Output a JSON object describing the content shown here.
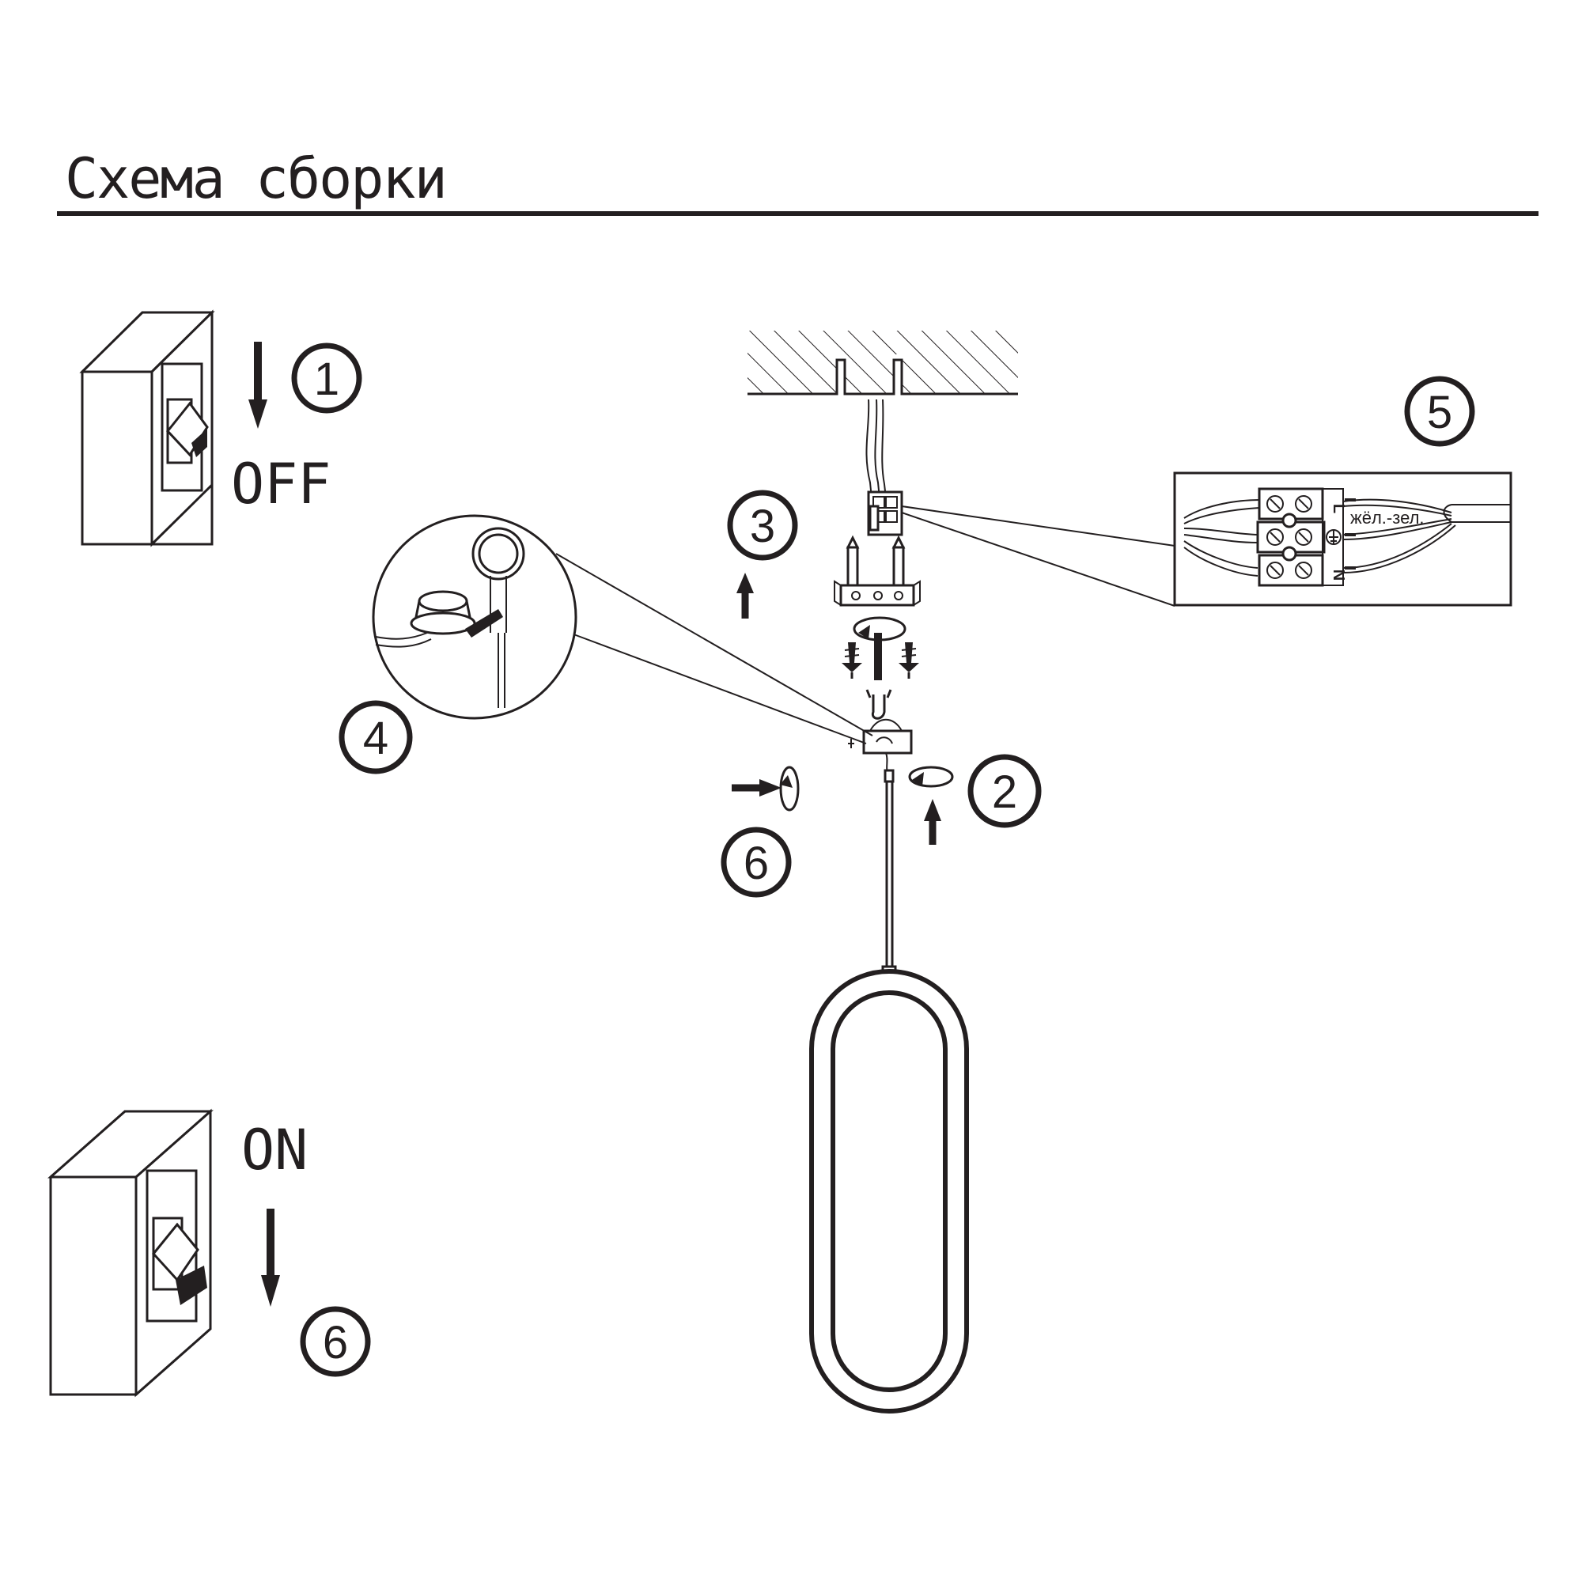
{
  "title": "Схема сборки",
  "steps": {
    "s1": "1",
    "s2": "2",
    "s3": "3",
    "s4": "4",
    "s5": "5",
    "s6a": "6",
    "s6b": "6"
  },
  "switch_off_label": "OFF",
  "switch_on_label": "ON",
  "terminal": {
    "L": "L",
    "N": "N",
    "wire_label": "жёл.-зел."
  },
  "icons": [
    "switch-off-icon",
    "switch-on-icon",
    "ceiling-icon",
    "terminal-block-icon",
    "mounting-plate-icon",
    "screw-icon",
    "rotate-icon",
    "ground-symbol-icon",
    "lamp-ring-icon"
  ],
  "colors": {
    "ink": "#231f20",
    "background": "#ffffff"
  }
}
